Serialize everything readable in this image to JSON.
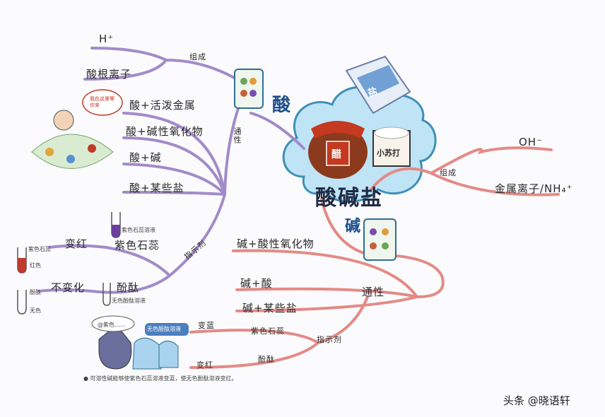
{
  "center": {
    "title": "酸碱盐",
    "salt_bag": "盐",
    "jar": "醋",
    "box": "小苏打"
  },
  "acid": {
    "label": "酸",
    "composition": {
      "label": "组成",
      "items": [
        "H⁺",
        "酸根离子"
      ]
    },
    "properties": {
      "label": "通性",
      "items": [
        "酸+活泼金属",
        "酸+碱性氧化物",
        "酸+碱",
        "酸+某些盐"
      ]
    },
    "indicator": {
      "label": "指示剂",
      "branches": [
        {
          "result": "变红",
          "sub": "紫色石蕊"
        },
        {
          "result": "不变化",
          "sub": "酚酞"
        }
      ],
      "notes": {
        "test_tube_a": "紫色石蕊",
        "test_tube_b": "红色",
        "test_tube_c": "酚酞",
        "test_tube_d": "无色",
        "dropper_1": "紫色石蕊溶液",
        "dropper_2": "无色酚酞溶液"
      }
    }
  },
  "base": {
    "label": "碱",
    "composition": {
      "label": "组成",
      "items": [
        "OH⁻",
        "金属离子/NH₄⁺"
      ]
    },
    "properties": {
      "label": "通性",
      "items": [
        "碱+酸性氧化物",
        "碱+酸",
        "碱+某些盐"
      ]
    },
    "indicator": {
      "label": "指示剂",
      "branches": [
        {
          "result": "变蓝",
          "sub": "紫色石蕊"
        },
        {
          "result": "变红",
          "sub": "酚酞"
        }
      ]
    },
    "note": "● 可溶性碱能够使紫色石蕊溶液变蓝，使无色酚酞溶液变红。",
    "bubble_left": "@紫色……",
    "bubble_right": "无色酚酞溶液"
  },
  "acid_bubble": "我在这里等你来",
  "watermark": "头条 @晓语轩",
  "colors": {
    "acid_branch": "#a28bc9",
    "base_branch": "#e48a86",
    "cloud": "#bfe4f6",
    "cloud_stroke": "#3f8fb6",
    "jar": "#8b3a1d",
    "jar_lid": "#c4391f"
  }
}
